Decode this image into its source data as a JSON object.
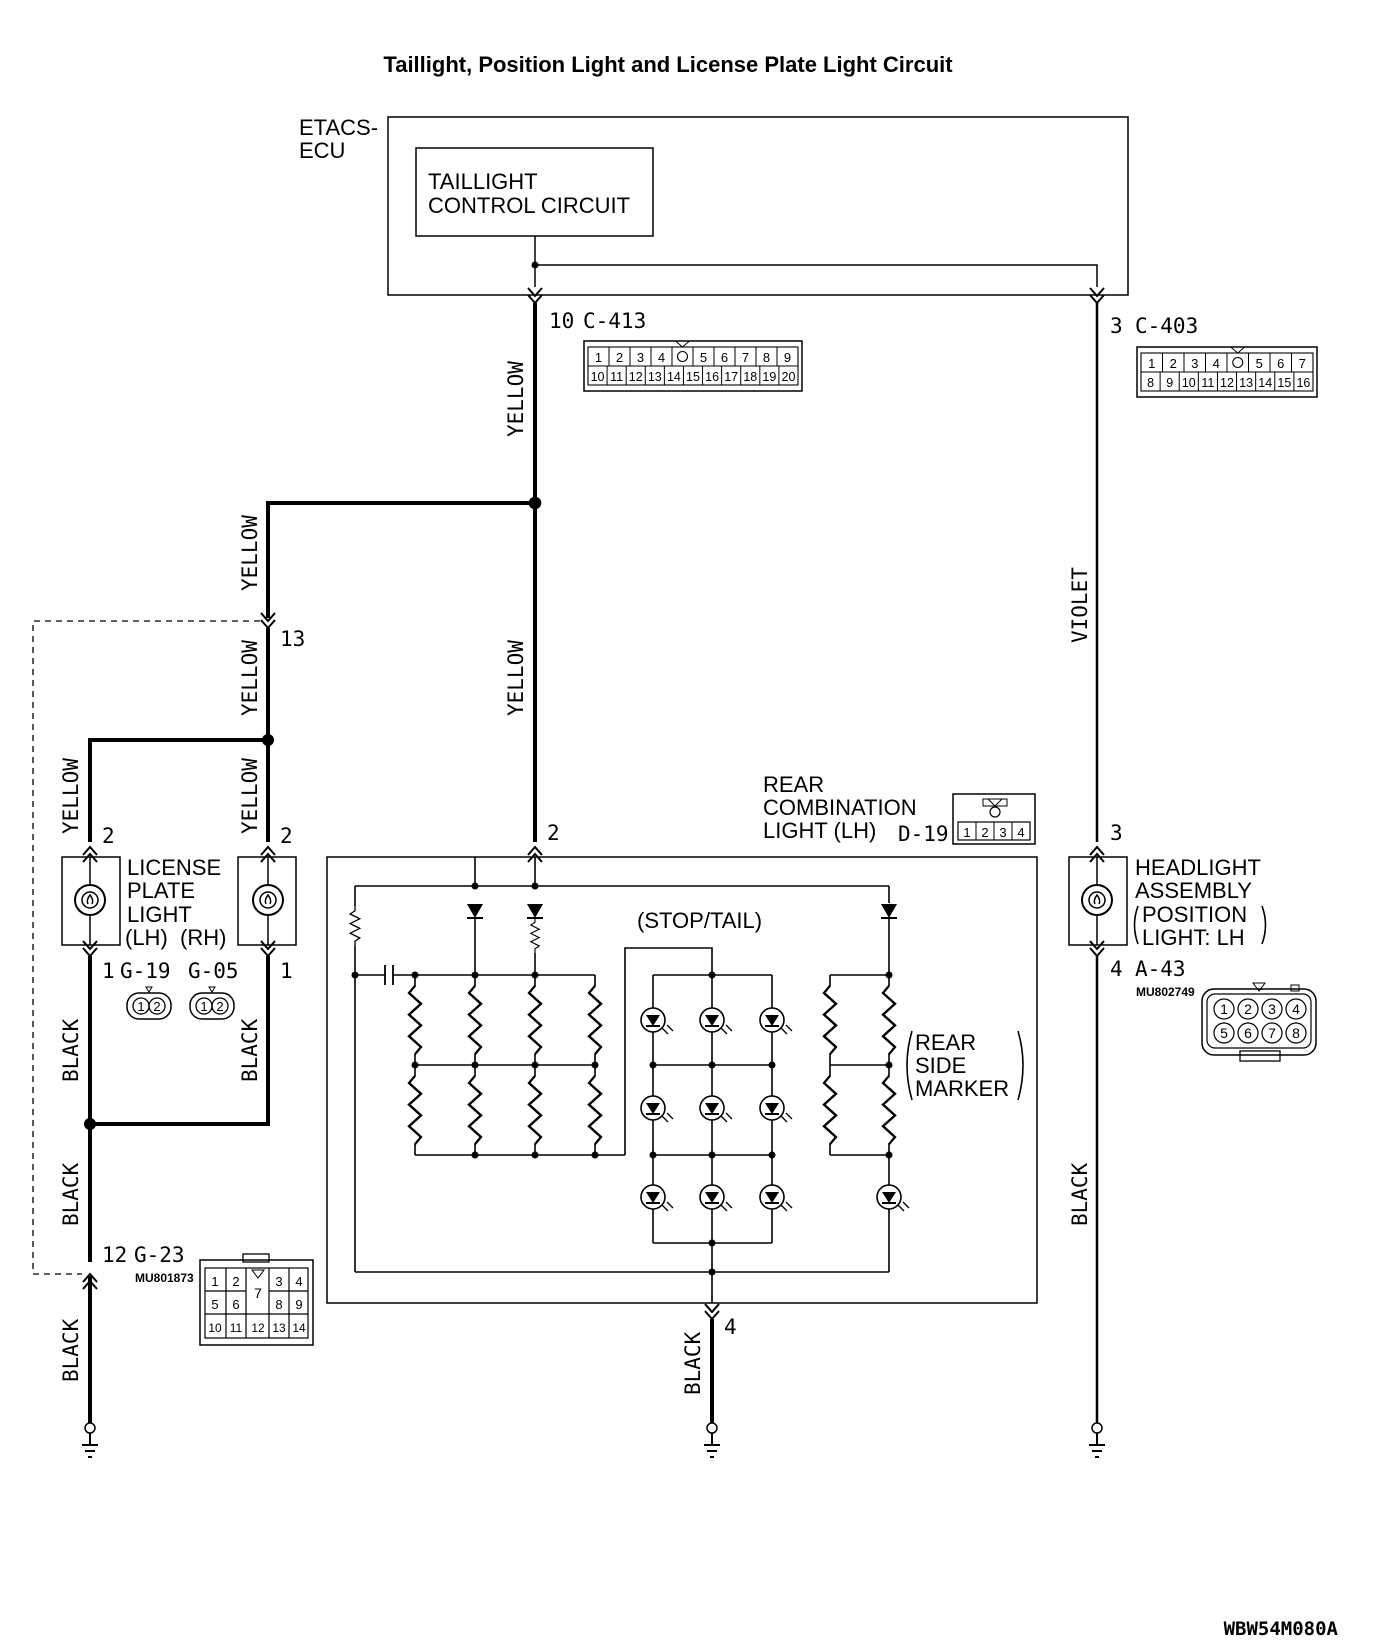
{
  "title": "Taillight, Position Light and License Plate Light Circuit",
  "ecu": {
    "name_line1": "ETACS-",
    "name_line2": "ECU",
    "circuit_line1": "TAILLIGHT",
    "circuit_line2": "CONTROL CIRCUIT"
  },
  "wire_colors": {
    "yellow": "YELLOW",
    "violet": "VIOLET",
    "black": "BLACK"
  },
  "connectors": {
    "c413": {
      "pin": "10",
      "id": "C-413",
      "row1": [
        "1",
        "2",
        "3",
        "4",
        "",
        "5",
        "6",
        "7",
        "8",
        "9"
      ],
      "row2": [
        "10",
        "11",
        "12",
        "13",
        "14",
        "15",
        "16",
        "17",
        "18",
        "19",
        "20"
      ]
    },
    "c403": {
      "pin": "3",
      "id": "C-403",
      "row1": [
        "1",
        "2",
        "3",
        "4",
        "",
        "5",
        "6",
        "7"
      ],
      "row2": [
        "8",
        "9",
        "10",
        "11",
        "12",
        "13",
        "14",
        "15",
        "16"
      ]
    },
    "joint": {
      "pin": "13"
    },
    "g19": {
      "pin_top": "2",
      "pin_bottom": "1",
      "id": "G-19"
    },
    "g05": {
      "pin_top": "2",
      "pin_bottom": "1",
      "id": "G-05"
    },
    "g23": {
      "pin": "12",
      "id": "G-23",
      "part": "MU801873",
      "cells": [
        "1",
        "2",
        "3",
        "4",
        "5",
        "6",
        "7",
        "8",
        "9",
        "10",
        "11",
        "12",
        "13",
        "14"
      ]
    },
    "d19": {
      "pin_top": "2",
      "pin_bottom": "4",
      "id": "D-19",
      "cells": [
        "1",
        "2",
        "3",
        "4"
      ]
    },
    "a43": {
      "pin_top": "3",
      "pin_bottom": "4",
      "id": "A-43",
      "part": "MU802749",
      "cells": [
        "1",
        "2",
        "3",
        "4",
        "5",
        "6",
        "7",
        "8"
      ]
    }
  },
  "license_plate_light": {
    "line1": "LICENSE",
    "line2": "PLATE",
    "line3": "LIGHT",
    "lh": "(LH)",
    "rh": "(RH)",
    "pin_icon_1": "1",
    "pin_icon_2": "2"
  },
  "rear_combination_light": {
    "line1": "REAR",
    "line2": "COMBINATION",
    "line3": "LIGHT (LH)",
    "stop_tail": "(STOP/TAIL)",
    "side_marker_1": "REAR",
    "side_marker_2": "SIDE",
    "side_marker_3": "MARKER"
  },
  "headlight_assembly": {
    "line1": "HEADLIGHT",
    "line2": "ASSEMBLY",
    "line3": "POSITION",
    "line4": "LIGHT: LH"
  },
  "figure_code": "WBW54M080A"
}
